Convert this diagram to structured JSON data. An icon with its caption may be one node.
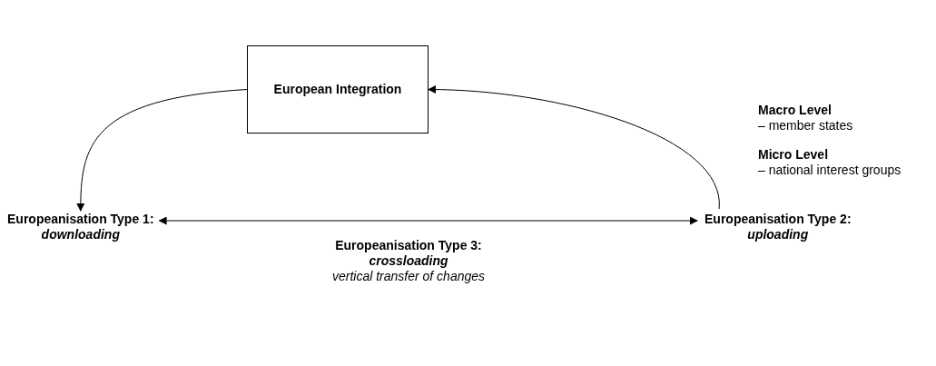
{
  "diagram": {
    "nodes": [
      {
        "text": [
          "European Integration"
        ]
      },
      {
        "text": [
          "Europeanisation Type 1:",
          "downloading"
        ]
      },
      {
        "text": [
          "Europeanisation Type 2:",
          "uploading"
        ]
      }
    ],
    "edges": [
      {
        "from": 0,
        "to": 1,
        "arrow": "to"
      },
      {
        "from": 2,
        "to": 0,
        "arrow": "to"
      },
      {
        "from": 1,
        "to": 2,
        "arrow": "both"
      }
    ],
    "labels": [
      "Macro Level",
      "– member states",
      "Micro Level",
      "– national interest groups",
      "Europeanisation Type 3:",
      "crossloading",
      "vertical transfer of changes"
    ]
  }
}
